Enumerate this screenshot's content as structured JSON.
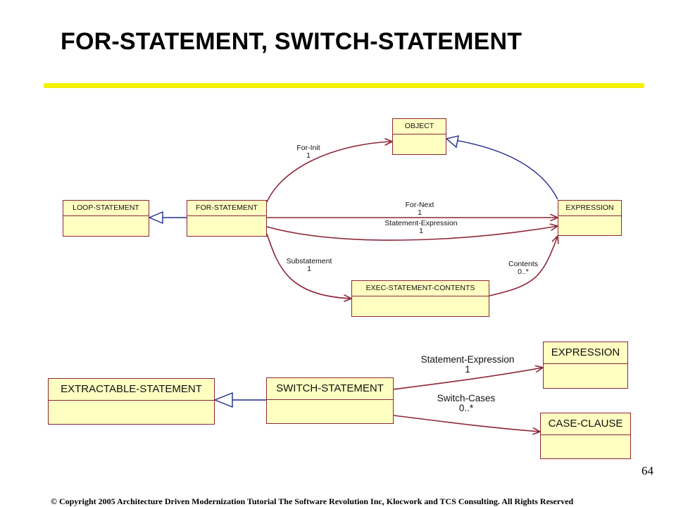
{
  "title": "FOR-STATEMENT, SWITCH-STATEMENT",
  "colors": {
    "title_bar": "#f5ef00",
    "box_fill": "#ffffc2",
    "box_border": "#8e2638",
    "association": "#8e2638",
    "generalization": "#1f2a8c"
  },
  "diagram1": {
    "classes": {
      "object": "OBJECT",
      "loop_statement": "LOOP-STATEMENT",
      "for_statement": "FOR-STATEMENT",
      "expression": "EXPRESSION",
      "exec_statement_contents": "EXEC-STATEMENT-CONTENTS"
    },
    "associations": {
      "for_init": {
        "role": "For-Init",
        "multiplicity": "1"
      },
      "for_next": {
        "role": "For-Next",
        "multiplicity": "1"
      },
      "statement_expression": {
        "role": "Statement-Expression",
        "multiplicity": "1"
      },
      "substatement": {
        "role": "Substatement",
        "multiplicity": "1"
      },
      "contents": {
        "role": "Contents",
        "multiplicity": "0..*"
      }
    }
  },
  "diagram2": {
    "classes": {
      "extractable_statement": "EXTRACTABLE-STATEMENT",
      "switch_statement": "SWITCH-STATEMENT",
      "expression": "EXPRESSION",
      "case_clause": "CASE-CLAUSE"
    },
    "associations": {
      "statement_expression": {
        "role": "Statement-Expression",
        "multiplicity": "1"
      },
      "switch_cases": {
        "role": "Switch-Cases",
        "multiplicity": "0..*"
      }
    }
  },
  "page_number": "64",
  "footer": "© Copyright 2005 Architecture Driven Modernization Tutorial  The Software Revolution Inc, Klocwork and TCS Consulting. All Rights Reserved"
}
